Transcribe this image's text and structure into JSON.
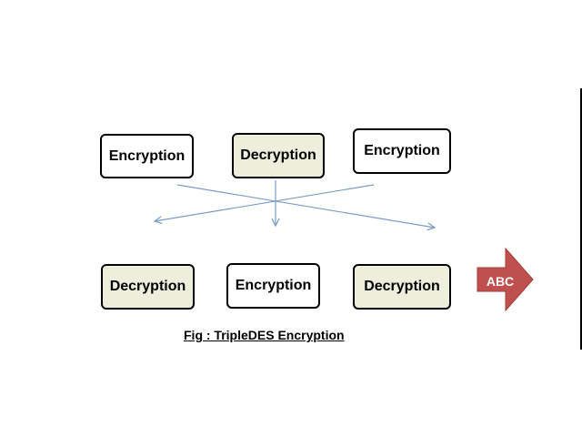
{
  "top_row": [
    {
      "label": "Encryption",
      "kind": "encryption"
    },
    {
      "label": "Decryption",
      "kind": "decryption"
    },
    {
      "label": "Encryption",
      "kind": "encryption"
    }
  ],
  "bottom_row": [
    {
      "label": "Decryption",
      "kind": "decryption"
    },
    {
      "label": "Encryption",
      "kind": "encryption"
    },
    {
      "label": "Decryption",
      "kind": "decryption"
    }
  ],
  "output_arrow": {
    "label": "ABC",
    "color": "#c0504d"
  },
  "caption": "Fig : TripleDES Encryption",
  "colors": {
    "decryption_fill": "#eeeedd",
    "connector": "#7a9cc6",
    "border": "#000000"
  }
}
